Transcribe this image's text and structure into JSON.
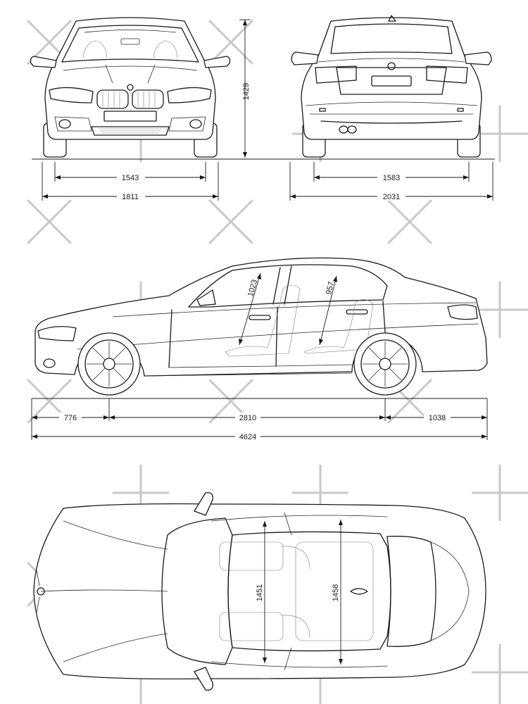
{
  "dimensions": {
    "height": "1429",
    "front_track": "1543",
    "width": "1811",
    "rear_track": "1583",
    "width_with_mirrors": "2031",
    "front_headroom": "1023",
    "rear_headroom": "957",
    "front_overhang": "776",
    "wheelbase": "2810",
    "rear_overhang": "1038",
    "length": "4624",
    "front_shoulder_width": "1451",
    "rear_shoulder_width": "1458"
  },
  "colors": {
    "line": "#1a1a1a",
    "watermark": "#c8c8c8",
    "background": "#ffffff"
  }
}
